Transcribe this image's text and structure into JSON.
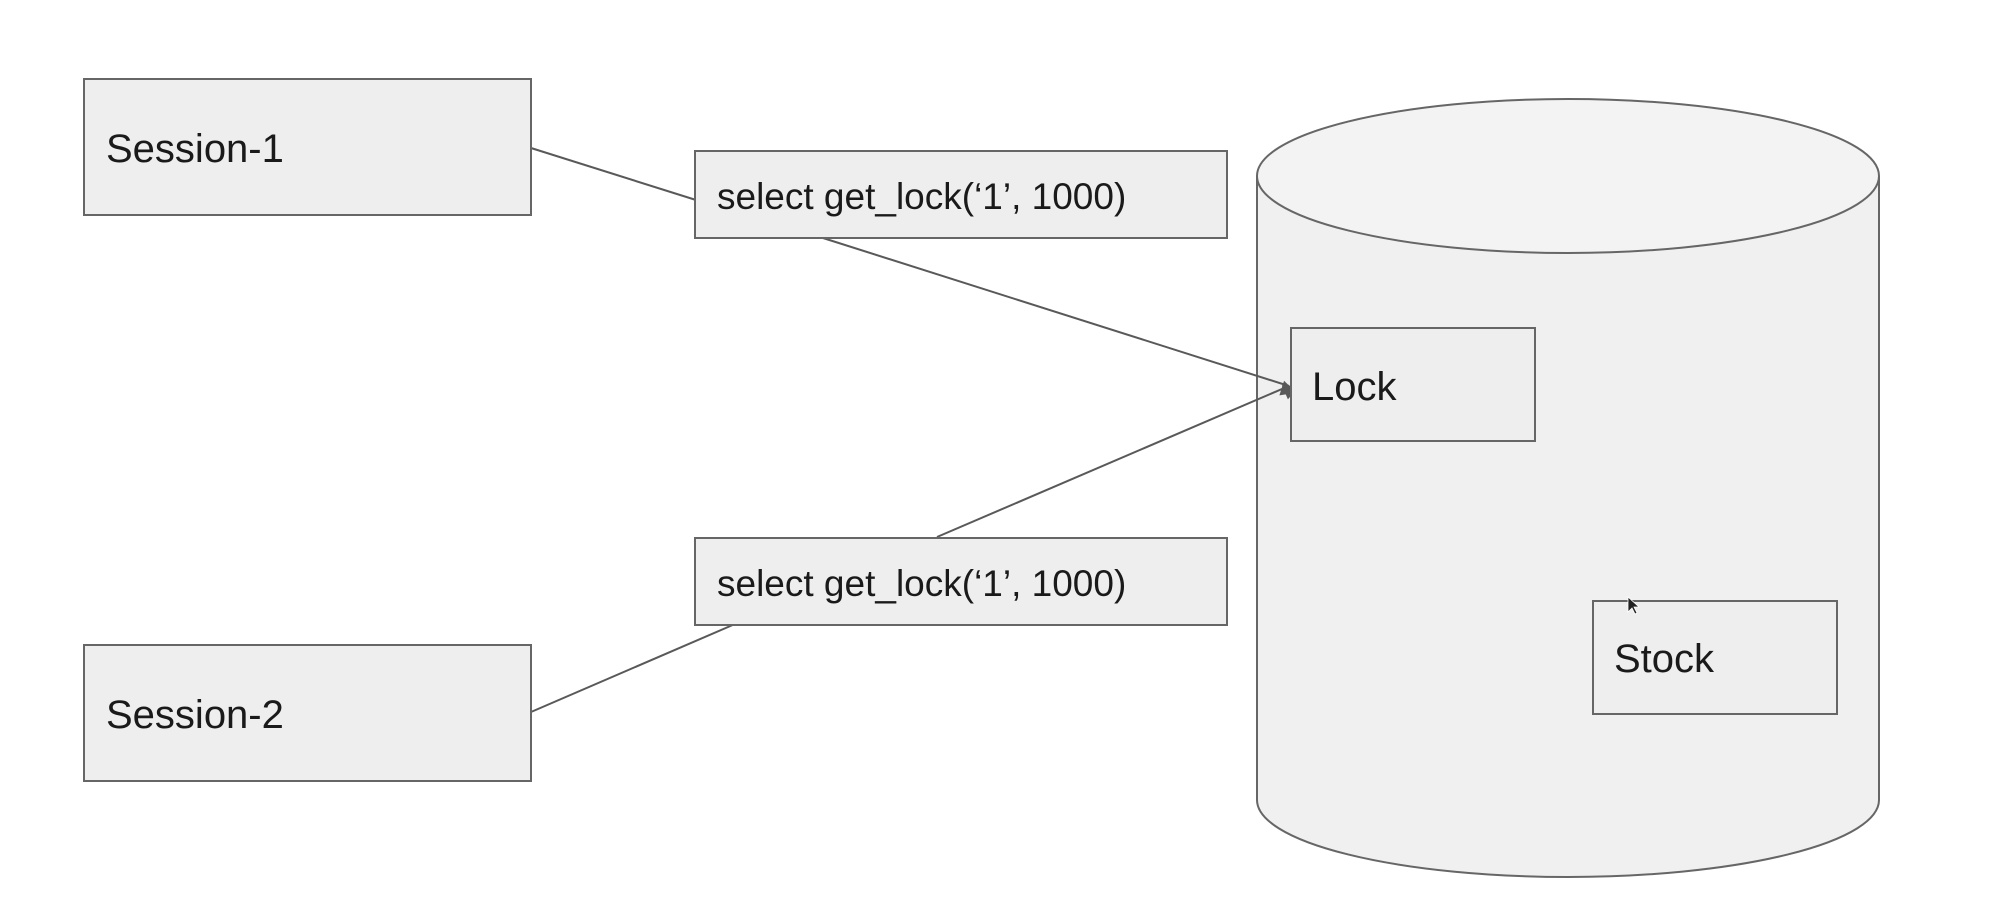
{
  "diagram": {
    "colors": {
      "box_fill": "#eeeeee",
      "box_stroke": "#666666",
      "cylinder_fill": "#f0f0f0",
      "connector": "#595959",
      "arrowhead": "#595959"
    },
    "sessions": [
      {
        "id": "session-1",
        "label": "Session-1"
      },
      {
        "id": "session-2",
        "label": "Session-2"
      }
    ],
    "queries": [
      {
        "id": "query-1",
        "label": "select get_lock(‘1’, 1000)"
      },
      {
        "id": "query-2",
        "label": "select get_lock(‘1’, 1000)"
      }
    ],
    "database": {
      "shape": "cylinder",
      "items": [
        {
          "id": "lock",
          "label": "Lock"
        },
        {
          "id": "stock",
          "label": "Stock"
        }
      ]
    },
    "connections": [
      {
        "from": "Session-1",
        "via": "select get_lock(‘1’, 1000)",
        "to": "Lock",
        "arrow": true
      },
      {
        "from": "Session-2",
        "via": "select get_lock(‘1’, 1000)",
        "to": "Lock",
        "arrow": true
      }
    ]
  }
}
